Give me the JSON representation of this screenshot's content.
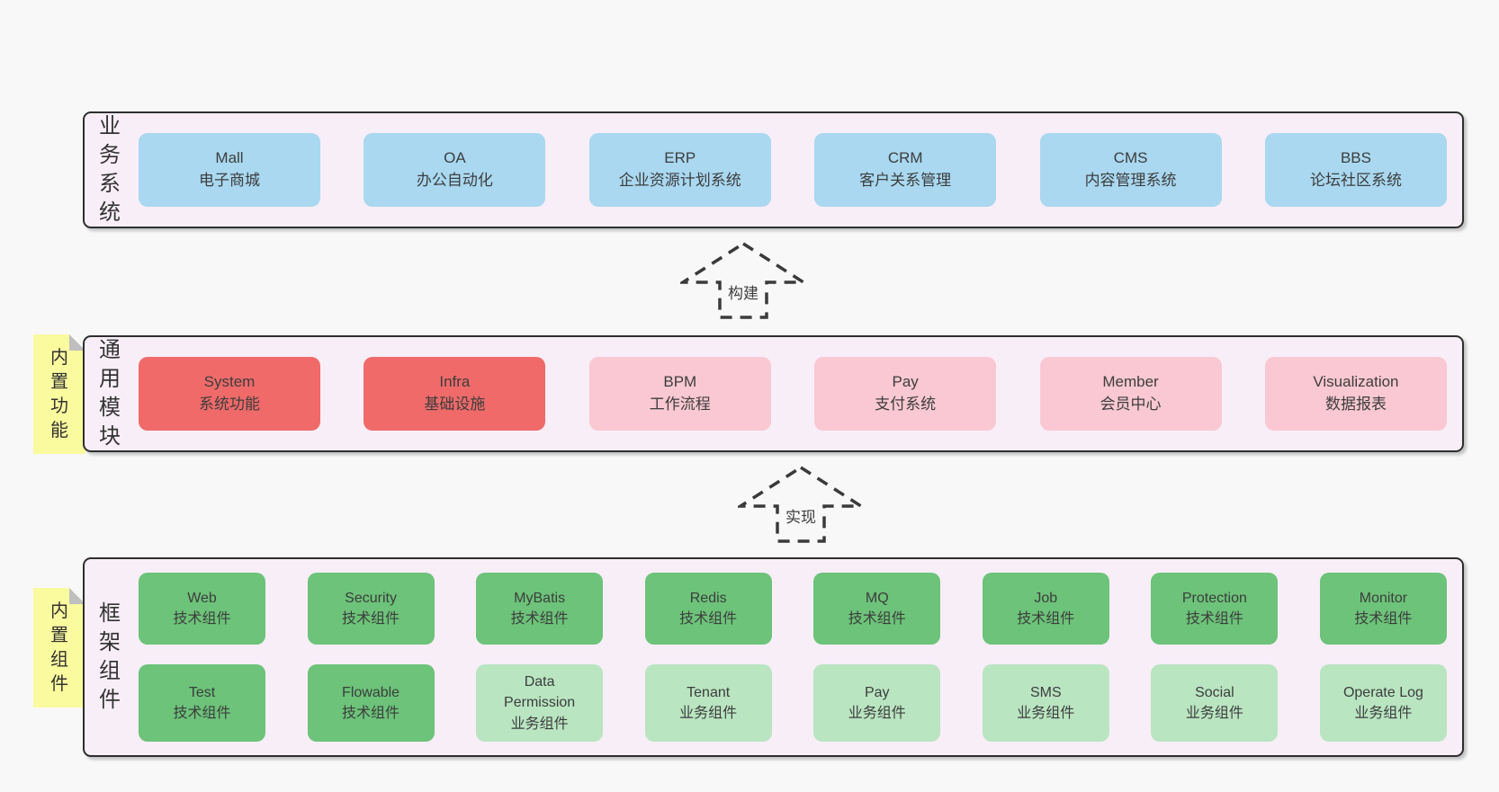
{
  "layers": [
    {
      "label": "业务系统",
      "boxes": [
        {
          "title": "Mall",
          "subtitle": "电子商城"
        },
        {
          "title": "OA",
          "subtitle": "办公自动化"
        },
        {
          "title": "ERP",
          "subtitle": "企业资源计划系统"
        },
        {
          "title": "CRM",
          "subtitle": "客户关系管理"
        },
        {
          "title": "CMS",
          "subtitle": "内容管理系统"
        },
        {
          "title": "BBS",
          "subtitle": "论坛社区系统"
        }
      ]
    },
    {
      "label": "通用模块",
      "note": "内置功能",
      "boxes": [
        {
          "title": "System",
          "subtitle": "系统功能"
        },
        {
          "title": "Infra",
          "subtitle": "基础设施"
        },
        {
          "title": "BPM",
          "subtitle": "工作流程"
        },
        {
          "title": "Pay",
          "subtitle": "支付系统"
        },
        {
          "title": "Member",
          "subtitle": "会员中心"
        },
        {
          "title": "Visualization",
          "subtitle": "数据报表"
        }
      ]
    },
    {
      "label": "框架组件",
      "note": "内置组件",
      "rows": [
        [
          {
            "title": "Web",
            "subtitle": "技术组件"
          },
          {
            "title": "Security",
            "subtitle": "技术组件"
          },
          {
            "title": "MyBatis",
            "subtitle": "技术组件"
          },
          {
            "title": "Redis",
            "subtitle": "技术组件"
          },
          {
            "title": "MQ",
            "subtitle": "技术组件"
          },
          {
            "title": "Job",
            "subtitle": "技术组件"
          },
          {
            "title": "Protection",
            "subtitle": "技术组件"
          },
          {
            "title": "Monitor",
            "subtitle": "技术组件"
          }
        ],
        [
          {
            "title": "Test",
            "subtitle": "技术组件"
          },
          {
            "title": "Flowable",
            "subtitle": "技术组件"
          },
          {
            "title": "Data Permission",
            "subtitle": "业务组件"
          },
          {
            "title": "Tenant",
            "subtitle": "业务组件"
          },
          {
            "title": "Pay",
            "subtitle": "业务组件"
          },
          {
            "title": "SMS",
            "subtitle": "业务组件"
          },
          {
            "title": "Social",
            "subtitle": "业务组件"
          },
          {
            "title": "Operate Log",
            "subtitle": "业务组件"
          }
        ]
      ]
    }
  ],
  "arrows": [
    {
      "label": "构建"
    },
    {
      "label": "实现"
    }
  ],
  "colors": {
    "blue_box": "#a9d8f0",
    "red_box": "#f06a6a",
    "pink_box": "#f9c8d2",
    "green_box": "#6cc379",
    "light_green_box": "#b9e5c1",
    "layer_bg": "#f8eef7",
    "layer_border": "#2e2e2e",
    "note_yellow": "#fafa9e",
    "note_fold": "#bfbfbf",
    "text": "#3d3d3d",
    "page_bg": "#f8f8f8"
  }
}
